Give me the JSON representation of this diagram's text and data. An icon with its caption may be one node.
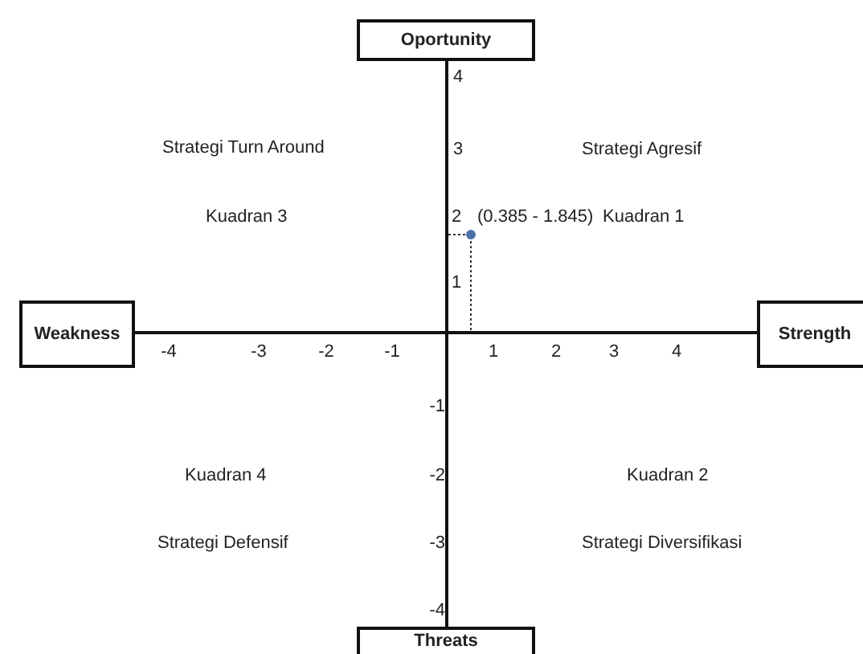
{
  "diagram": {
    "nodes": [
      {
        "text": [
          "Oportunity"
        ]
      },
      {
        "text": [
          "Weakness"
        ]
      },
      {
        "text": [
          "Strength"
        ]
      },
      {
        "text": [
          "Threats"
        ]
      }
    ],
    "edges": [
      {
        "from": 0,
        "to": 3,
        "arrow": "none"
      },
      {
        "from": 1,
        "to": 2,
        "arrow": "none"
      }
    ],
    "labels": [
      "4",
      "Strategi Turn Around",
      "3",
      "Strategi Agresif",
      "Kuadran 3",
      "2",
      "(0.385 - 1.845)",
      "Kuadran 1",
      "1",
      "-4",
      "-3",
      "-2",
      "-1",
      "1",
      "2",
      "3",
      "4",
      "-1",
      "Kuadran 4",
      "-2",
      "Kuadran 2",
      "Strategi Defensif",
      "-3",
      "Strategi Diversifikasi",
      "-4"
    ]
  }
}
